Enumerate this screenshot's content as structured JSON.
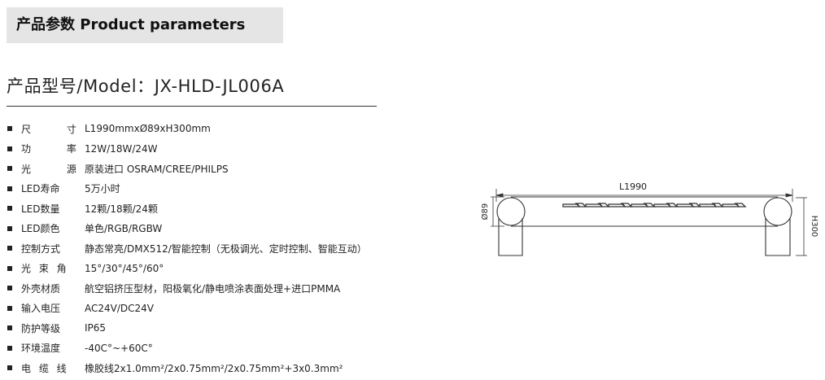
{
  "header": {
    "title": "产品参数  Product parameters"
  },
  "model": {
    "title": "产品型号/Model：JX-HLD-JL006A"
  },
  "specs": [
    {
      "label": "尺    寸",
      "value": "L1990mmxØ89xH300mm"
    },
    {
      "label": "功    率",
      "value": "12W/18W/24W"
    },
    {
      "label": "光    源",
      "value": "原装进口 OSRAM/CREE/PHILPS"
    },
    {
      "label": "LED寿命",
      "value": "5万小时"
    },
    {
      "label": "LED数量",
      "value": "12颗/18颗/24颗"
    },
    {
      "label": "LED颜色",
      "value": "单色/RGB/RGBW"
    },
    {
      "label": "控制方式",
      "value": "静态常亮/DMX512/智能控制（无极调光、定时控制、智能互动）"
    },
    {
      "label": "光 束 角",
      "value": "15°/30°/45°/60°"
    },
    {
      "label": "外壳材质",
      "value": "航空铝挤压型材，阳极氧化/静电喷涂表面处理+进口PMMA"
    },
    {
      "label": "输入电压",
      "value": "AC24V/DC24V"
    },
    {
      "label": "防护等级",
      "value": "IP65"
    },
    {
      "label": "环境温度",
      "value": "-40C°~+60C°"
    },
    {
      "label": "电 缆 线",
      "value": "橡胶线2x1.0mm²/2x0.75mm²/2x0.75mm²+3x0.3mm²"
    }
  ],
  "drawing": {
    "length_label": "L1990",
    "diameter_label": "Ø89",
    "height_label": "H300"
  },
  "colors": {
    "header_bg": "#e5e5e5",
    "text": "#222222",
    "line": "#333333"
  }
}
